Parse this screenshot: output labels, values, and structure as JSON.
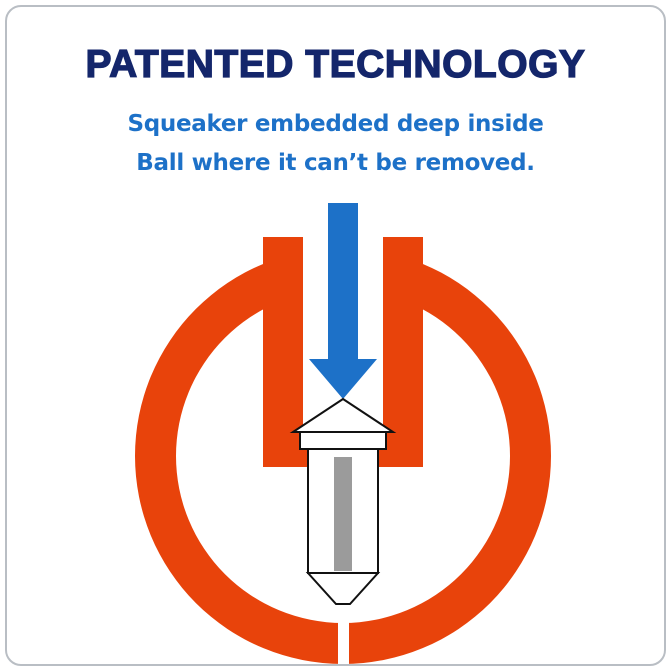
{
  "title": "PATENTED TECHNOLOGY",
  "subtitle": {
    "line1": "Squeaker embedded deep inside",
    "line2": "Ball where it can’t be removed."
  },
  "colors": {
    "title_navy": "#14266b",
    "subtitle_blue": "#1d71c8",
    "arrow_blue": "#1d71c8",
    "ball_orange": "#e8430b",
    "squeaker_stem_gray": "#9b9b9b",
    "outline_black": "#111111",
    "border_gray": "#b9bec4",
    "background": "#ffffff"
  },
  "icons": {
    "down_arrow": "insertion-arrow-down",
    "ball": "ball-cross-section-ring",
    "squeaker": "embedded-squeaker"
  }
}
